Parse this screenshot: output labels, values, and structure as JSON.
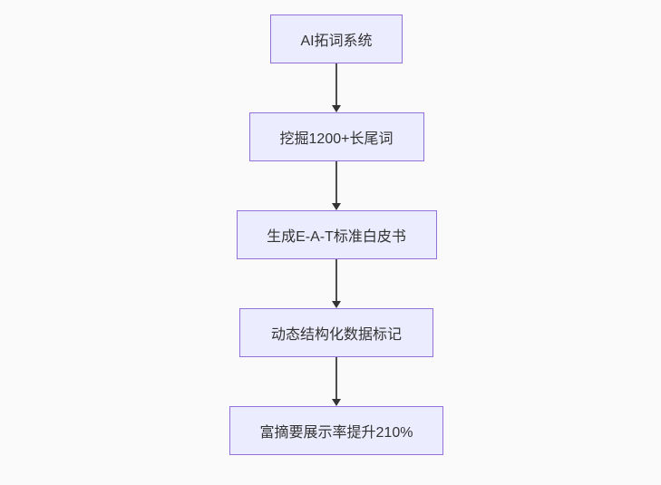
{
  "page": {
    "background": "#fafafa"
  },
  "flowchart": {
    "type": "flowchart",
    "direction": "top-down",
    "colors": {
      "node_fill": "#ECECFF",
      "node_border": "#9370DB",
      "arrow_line": "#4d4d4d",
      "arrow_head": "#333333",
      "text": "#333333"
    },
    "nodes": [
      {
        "label": "AI拓词系统"
      },
      {
        "label": "挖掘1200+长尾词"
      },
      {
        "label": "生成E-A-T标准白皮书"
      },
      {
        "label": "动态结构化数据标记"
      },
      {
        "label": "富摘要展示率提升210%"
      }
    ],
    "edges": [
      {
        "from": "AI拓词系统",
        "to": "挖掘1200+长尾词"
      },
      {
        "from": "挖掘1200+长尾词",
        "to": "生成E-A-T标准白皮书"
      },
      {
        "from": "生成E-A-T标准白皮书",
        "to": "动态结构化数据标记"
      },
      {
        "from": "动态结构化数据标记",
        "to": "富摘要展示率提升210%"
      }
    ]
  }
}
